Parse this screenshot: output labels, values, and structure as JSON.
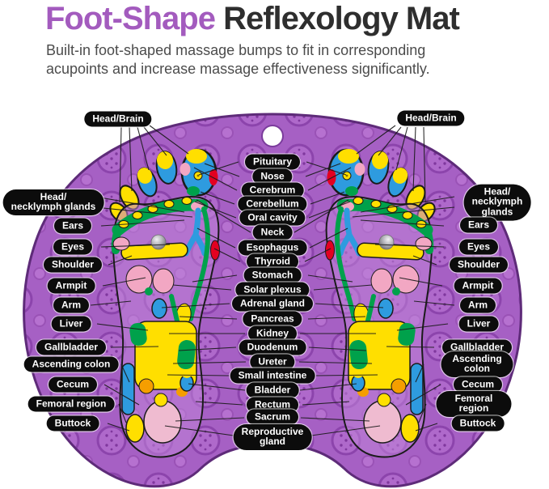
{
  "header": {
    "title_accent": "Foot-Shape",
    "title_rest": " Reflexology Mat",
    "subtitle": "Built-in foot-shaped massage bumps to fit in corresponding\nacupoints and increase massage effectiveness significantly."
  },
  "labels": {
    "left": [
      "Head/Brain",
      "Head/\nnecklymph glands",
      "Ears",
      "Eyes",
      "Shoulder",
      "Armpit",
      "Arm",
      "Liver",
      "Gallbladder",
      "Ascending colon",
      "Cecum",
      "Femoral region",
      "Buttock"
    ],
    "center": [
      "Pituitary",
      "Nose",
      "Cerebrum",
      "Cerebellum",
      "Oral cavity",
      "Neck",
      "Esophagus",
      "Thyroid",
      "Stomach",
      "Solar plexus",
      "Adrenal gland",
      "Pancreas",
      "Kidney",
      "Duodenum",
      "Ureter",
      "Small intestine",
      "Bladder",
      "Rectum",
      "Sacrum",
      "Reproductive\ngland"
    ],
    "right": [
      "Head/Brain",
      "Head/\nnecklymph glands",
      "Ears",
      "Eyes",
      "Shoulder",
      "Armpit",
      "Arm",
      "Liver",
      "Gallbladder",
      "Ascending colon",
      "Cecum",
      "Femoral region",
      "Buttock"
    ]
  },
  "colors": {
    "title_accent": "#a35bbe",
    "title_rest": "#2e2e2e",
    "mat_purple": "#a660c4",
    "bump_purple": "#af69cb",
    "mat_edge": "#5e2b79",
    "zone_yellow": "#ffdf00",
    "zone_blue": "#2e9bdf",
    "zone_green": "#00a14b",
    "zone_pink": "#f2a7c3",
    "zone_red": "#e30021",
    "zone_orange": "#f59e00",
    "heel_pink": "#efbbd0",
    "pill_bg": "#0c0c0c",
    "pill_text": "#ffffff"
  }
}
